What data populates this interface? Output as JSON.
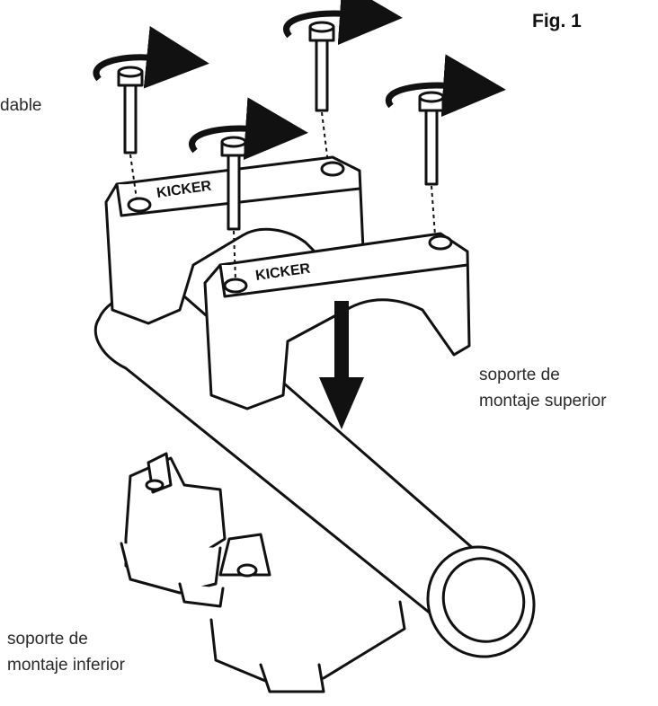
{
  "figure_label": "Fig. 1",
  "labels": {
    "partial_left": "dable",
    "upper_mount": [
      "soporte de",
      "montaje superior"
    ],
    "lower_mount": [
      "soporte de",
      "montaje inferior"
    ]
  },
  "brand_text": "KICKER",
  "colors": {
    "stroke": "#111111",
    "fill": "#ffffff",
    "text": "#2a2a2a"
  }
}
